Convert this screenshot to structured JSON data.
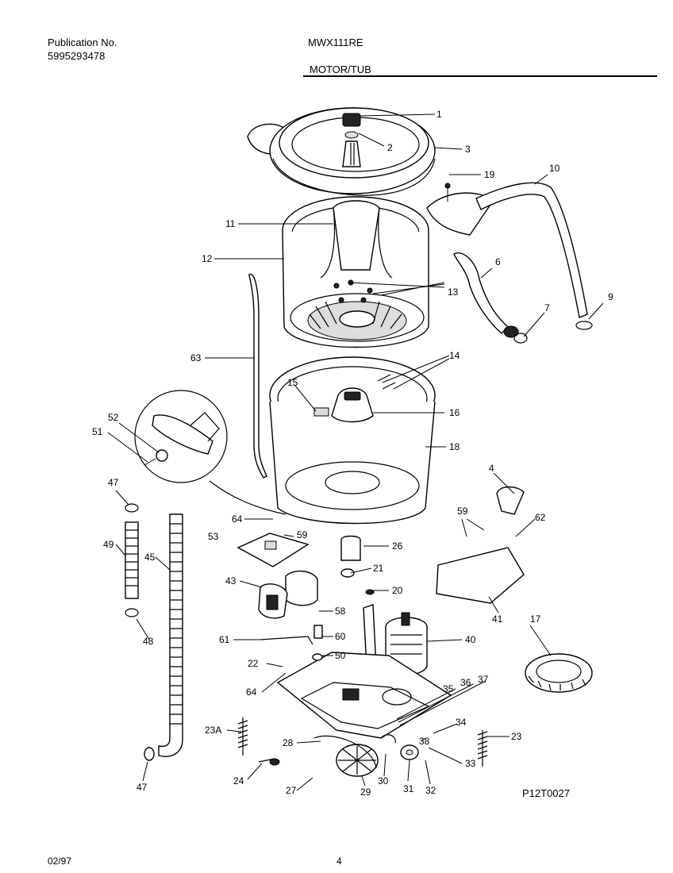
{
  "header": {
    "publication_label": "Publication No.",
    "publication_number": "5995293478",
    "model": "MWX111RE",
    "section_title": "MOTOR/TUB"
  },
  "footer": {
    "date": "02/97",
    "page": "4",
    "diagram_code": "P12T0027"
  },
  "callouts": [
    "1",
    "2",
    "3",
    "19",
    "10",
    "11",
    "12",
    "13",
    "6",
    "7",
    "9",
    "63",
    "14",
    "15",
    "16",
    "18",
    "52",
    "51",
    "4",
    "47",
    "59",
    "62",
    "64",
    "59",
    "49",
    "45",
    "53",
    "26",
    "21",
    "43",
    "20",
    "58",
    "60",
    "61",
    "50",
    "40",
    "17",
    "22",
    "64",
    "35",
    "36",
    "37",
    "34",
    "23A",
    "28",
    "38",
    "23",
    "33",
    "24",
    "27",
    "29",
    "30",
    "31",
    "32",
    "47",
    "48",
    "41"
  ]
}
